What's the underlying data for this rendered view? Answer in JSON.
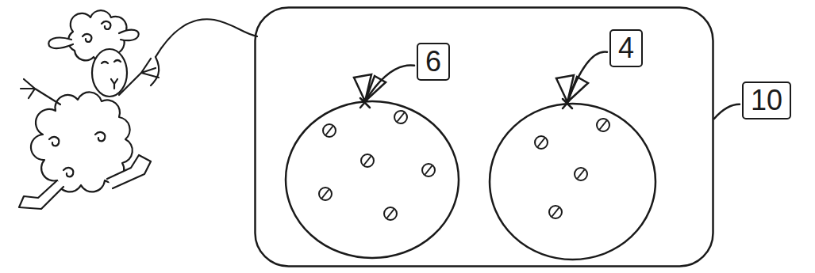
{
  "diagram": {
    "nodes": [
      {
        "text": [
          "10"
        ]
      },
      {
        "text": [
          "6"
        ],
        "in": 0
      },
      {
        "text": [
          "4"
        ],
        "in": 0
      }
    ]
  }
}
